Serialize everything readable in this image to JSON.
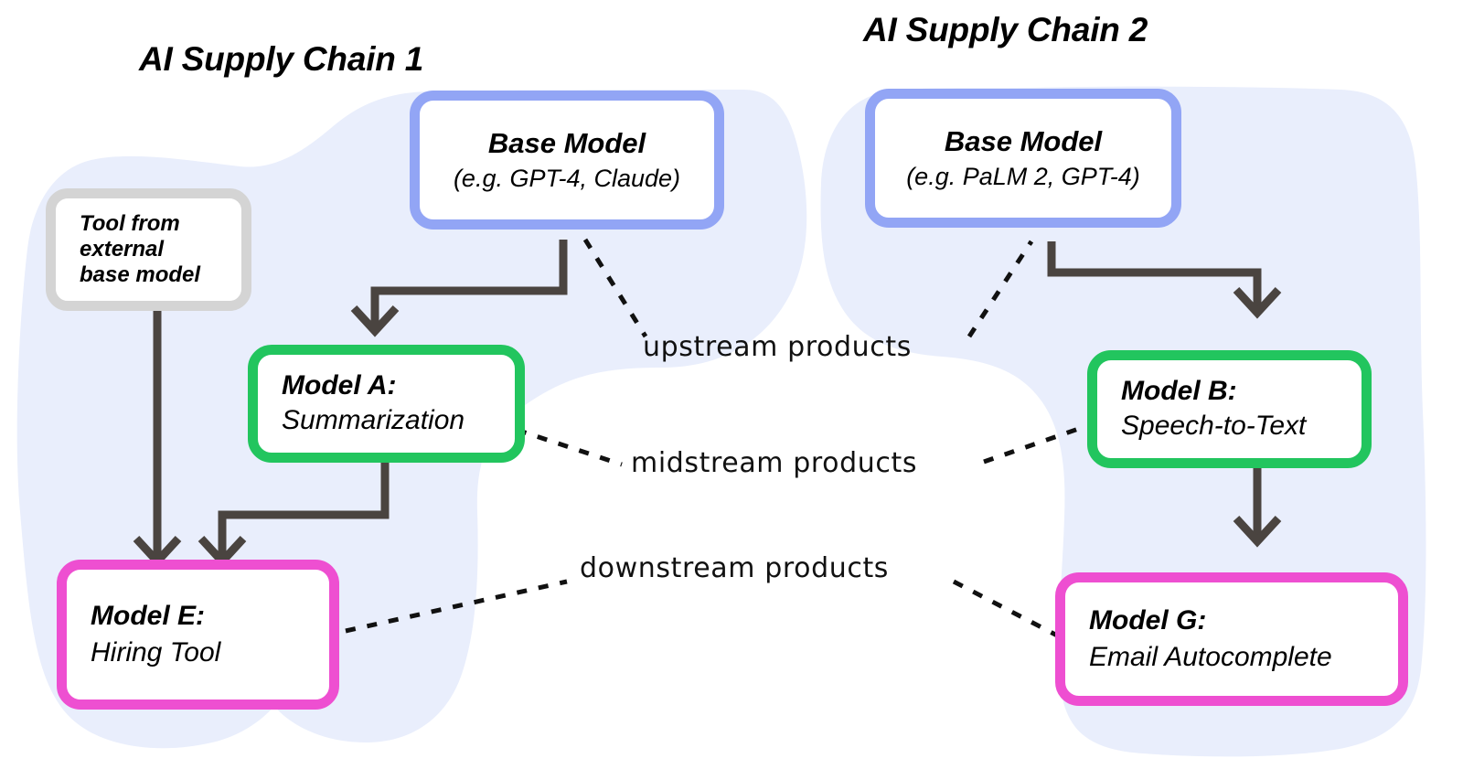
{
  "diagram": {
    "background_color": "#ffffff",
    "blob_color": "#E9EEFC",
    "arrow_color": "#4A4440",
    "dashed_color": "#111111"
  },
  "chains": [
    {
      "id": "chain1",
      "title": "AI Supply Chain 1"
    },
    {
      "id": "chain2",
      "title": "AI Supply Chain 2"
    }
  ],
  "nodes": {
    "base_model_1": {
      "title": "Base Model",
      "sub": "(e.g. GPT-4, Claude)",
      "border_color": "#92A5F5",
      "tier": "upstream"
    },
    "base_model_2": {
      "title": "Base Model",
      "sub": "(e.g. PaLM 2,  GPT-4)",
      "border_color": "#92A5F5",
      "tier": "upstream"
    },
    "external_tool": {
      "line1": "Tool from",
      "line2": "external",
      "line3": "base model",
      "border_color": "#D4D4D4",
      "tier": "external"
    },
    "model_a": {
      "title": "Model A:",
      "sub": "Summarization",
      "border_color": "#22C55E",
      "tier": "midstream"
    },
    "model_b": {
      "title": "Model B:",
      "sub": "Speech-to-Text",
      "border_color": "#22C55E",
      "tier": "midstream"
    },
    "model_e": {
      "title": "Model E:",
      "sub": "Hiring Tool",
      "border_color": "#EE4FD1",
      "tier": "downstream"
    },
    "model_g": {
      "title": "Model G:",
      "sub": "Email Autocomplete",
      "border_color": "#EE4FD1",
      "tier": "downstream"
    }
  },
  "stream_labels": [
    {
      "id": "upstream",
      "text": "upstream products"
    },
    {
      "id": "midstream",
      "text": "midstream products"
    },
    {
      "id": "downstream",
      "text": "downstream products"
    }
  ]
}
